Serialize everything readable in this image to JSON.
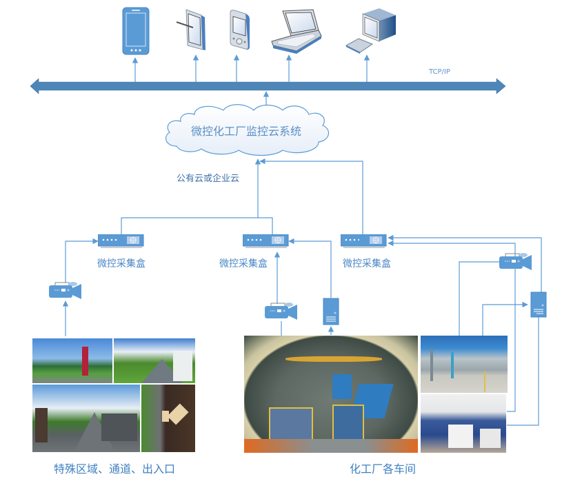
{
  "diagram": {
    "title": "微控化工厂监控云系统",
    "cloud_type_label": "公有云或企业云",
    "network_protocol_label": "TCP/IP",
    "colors": {
      "accent": "#4a86c5",
      "bus": "#4f86b8",
      "line": "#5b9bd5",
      "device_blue": "#5b9bd5",
      "text_blue": "#4a86c5"
    },
    "client_devices": [
      {
        "name": "smartphone",
        "icon": "smartphone-icon"
      },
      {
        "name": "tablet-with-stylus",
        "icon": "tablet-icon"
      },
      {
        "name": "pda",
        "icon": "pda-icon"
      },
      {
        "name": "laptop",
        "icon": "laptop-icon"
      },
      {
        "name": "desktop-computer",
        "icon": "desktop-icon"
      }
    ],
    "collection_boxes": [
      {
        "label": "微控采集盒"
      },
      {
        "label": "微控采集盒"
      },
      {
        "label": "微控采集盒"
      }
    ],
    "field_devices": [
      {
        "type": "video-camera",
        "icon": "video-camera-icon"
      },
      {
        "type": "video-camera",
        "icon": "video-camera-icon"
      },
      {
        "type": "server",
        "icon": "server-icon"
      },
      {
        "type": "video-camera",
        "icon": "video-camera-icon"
      },
      {
        "type": "server",
        "icon": "server-icon"
      }
    ],
    "areas": [
      {
        "label": "特殊区域、通道、出入口",
        "photo_count": 4
      },
      {
        "label": "化工厂各车间",
        "photo_count": 3
      }
    ]
  }
}
